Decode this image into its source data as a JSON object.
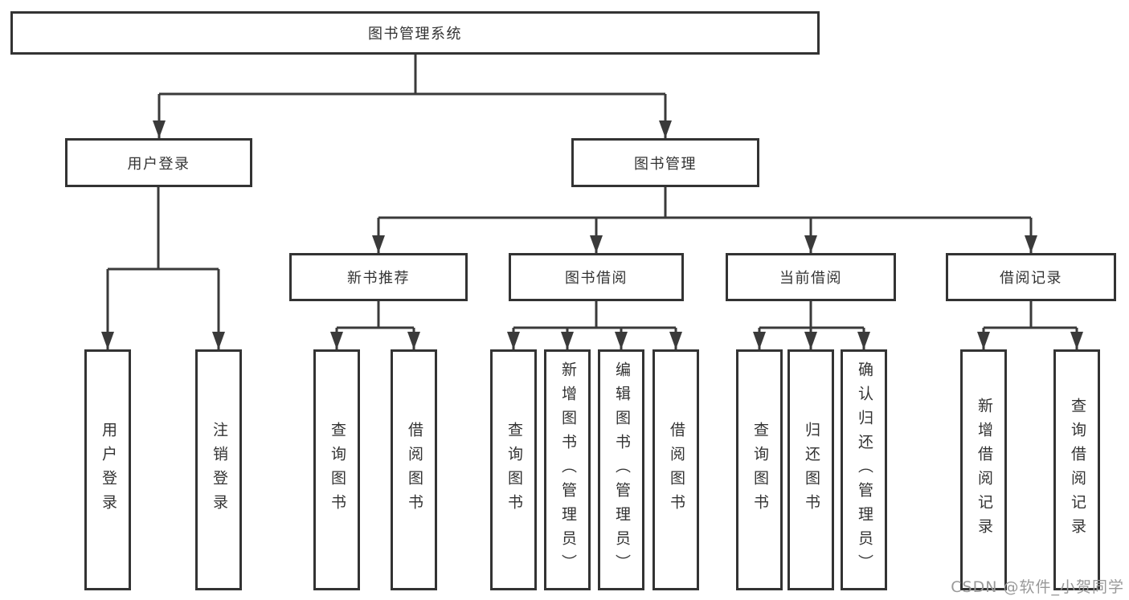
{
  "diagram": {
    "root": {
      "label": "图书管理系统"
    },
    "level2": [
      {
        "label": "用户登录"
      },
      {
        "label": "图书管理"
      }
    ],
    "level3": [
      {
        "label": "新书推荐"
      },
      {
        "label": "图书借阅"
      },
      {
        "label": "当前借阅"
      },
      {
        "label": "借阅记录"
      }
    ],
    "leaves": {
      "user_login": [
        {
          "label": "用户登录"
        },
        {
          "label": "注销登录"
        }
      ],
      "new_book": [
        {
          "label": "查询图书"
        },
        {
          "label": "借阅图书"
        }
      ],
      "book_borrow": [
        {
          "label": "查询图书"
        },
        {
          "label": "新增图书（管理员）"
        },
        {
          "label": "编辑图书（管理员）"
        },
        {
          "label": "借阅图书"
        }
      ],
      "current_borrow": [
        {
          "label": "查询图书"
        },
        {
          "label": "归还图书"
        },
        {
          "label": "确认归还（管理员）"
        }
      ],
      "borrow_record": [
        {
          "label": "新增借阅记录"
        },
        {
          "label": "查询借阅记录"
        }
      ]
    },
    "watermark": "CSDN @软件_小贺同学",
    "colors": {
      "line": "#3a3a3a",
      "box_border": "#333333",
      "text": "#333333",
      "watermark": "#999999",
      "background": "#ffffff"
    }
  }
}
